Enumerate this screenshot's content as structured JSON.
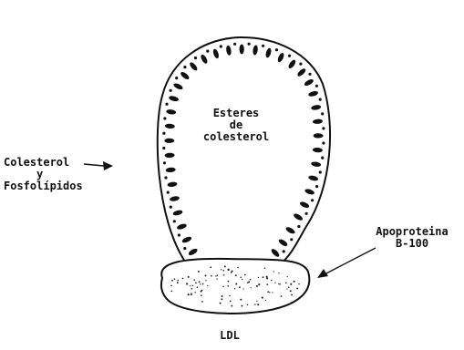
{
  "labels": {
    "core_line1": "Esteres",
    "core_line2": "de",
    "core_line3": "colesterol",
    "chol_line1": "Colesterol",
    "chol_line2": "y",
    "chol_line3": "Fosfolípidos",
    "apo_line1": "Apoproteina",
    "apo_line2": "B-100",
    "title": "LDL"
  },
  "colors": {
    "ink": "#111111",
    "background": "#ffffff"
  }
}
